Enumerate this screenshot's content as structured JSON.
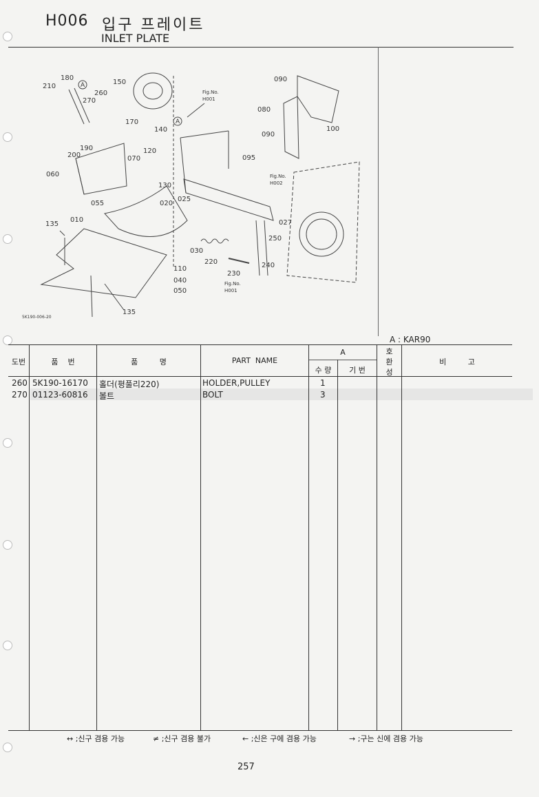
{
  "header": {
    "code": "H006",
    "title_ko": "입구 프레이트",
    "title_en": "INLET PLATE"
  },
  "diagram": {
    "image_code": "5K190-006-20",
    "callouts": {
      "c010": "010",
      "c020": "020",
      "c025": "025",
      "c027": "027",
      "c030": "030",
      "c040": "040",
      "c050": "050",
      "c055": "055",
      "c060": "060",
      "c070": "070",
      "c080": "080",
      "c090a": "090",
      "c090b": "090",
      "c095": "095",
      "c100": "100",
      "c110": "110",
      "c120": "120",
      "c130": "130",
      "c135a": "135",
      "c135b": "135",
      "c140": "140",
      "c150": "150",
      "c170": "170",
      "c180": "180",
      "c190": "190",
      "c200": "200",
      "c210": "210",
      "c220": "220",
      "c230": "230",
      "c240": "240",
      "c250": "250",
      "c260": "260",
      "c270": "270",
      "marker_a1": "A",
      "marker_a2": "A",
      "fig_label": "Fig.No.",
      "fig_h001a": "H001",
      "fig_h002": "H002",
      "fig_h001b": "H001"
    }
  },
  "table": {
    "model_note": "A : KAR90",
    "headers": {
      "ref_no": "도번",
      "part_no": "품    번",
      "name_ko": "품         명",
      "part_name": "PART  NAME",
      "group_a": "A",
      "qty": "수 량",
      "base_no": "기 번",
      "compat_1": "호",
      "compat_2": "환",
      "compat_3": "성",
      "remarks": "비         고"
    },
    "rows": [
      {
        "ref": "260",
        "part_no": "5K190-16170",
        "name_ko": "홀더(평풀리220)",
        "part_name": "HOLDER,PULLEY",
        "qty": "1"
      },
      {
        "ref": "270",
        "part_no": "01123-60816",
        "name_ko": "볼트",
        "part_name": "BOLT",
        "qty": "3"
      }
    ]
  },
  "legend": {
    "l1": "↔ ;신구 겸용 가능",
    "l2": "≠ ;신구 겸용 불가",
    "l3": "← ;신은 구에 겸용 가능",
    "l4": "→ ;구는 신에 겸용 가능"
  },
  "page_number": "257"
}
